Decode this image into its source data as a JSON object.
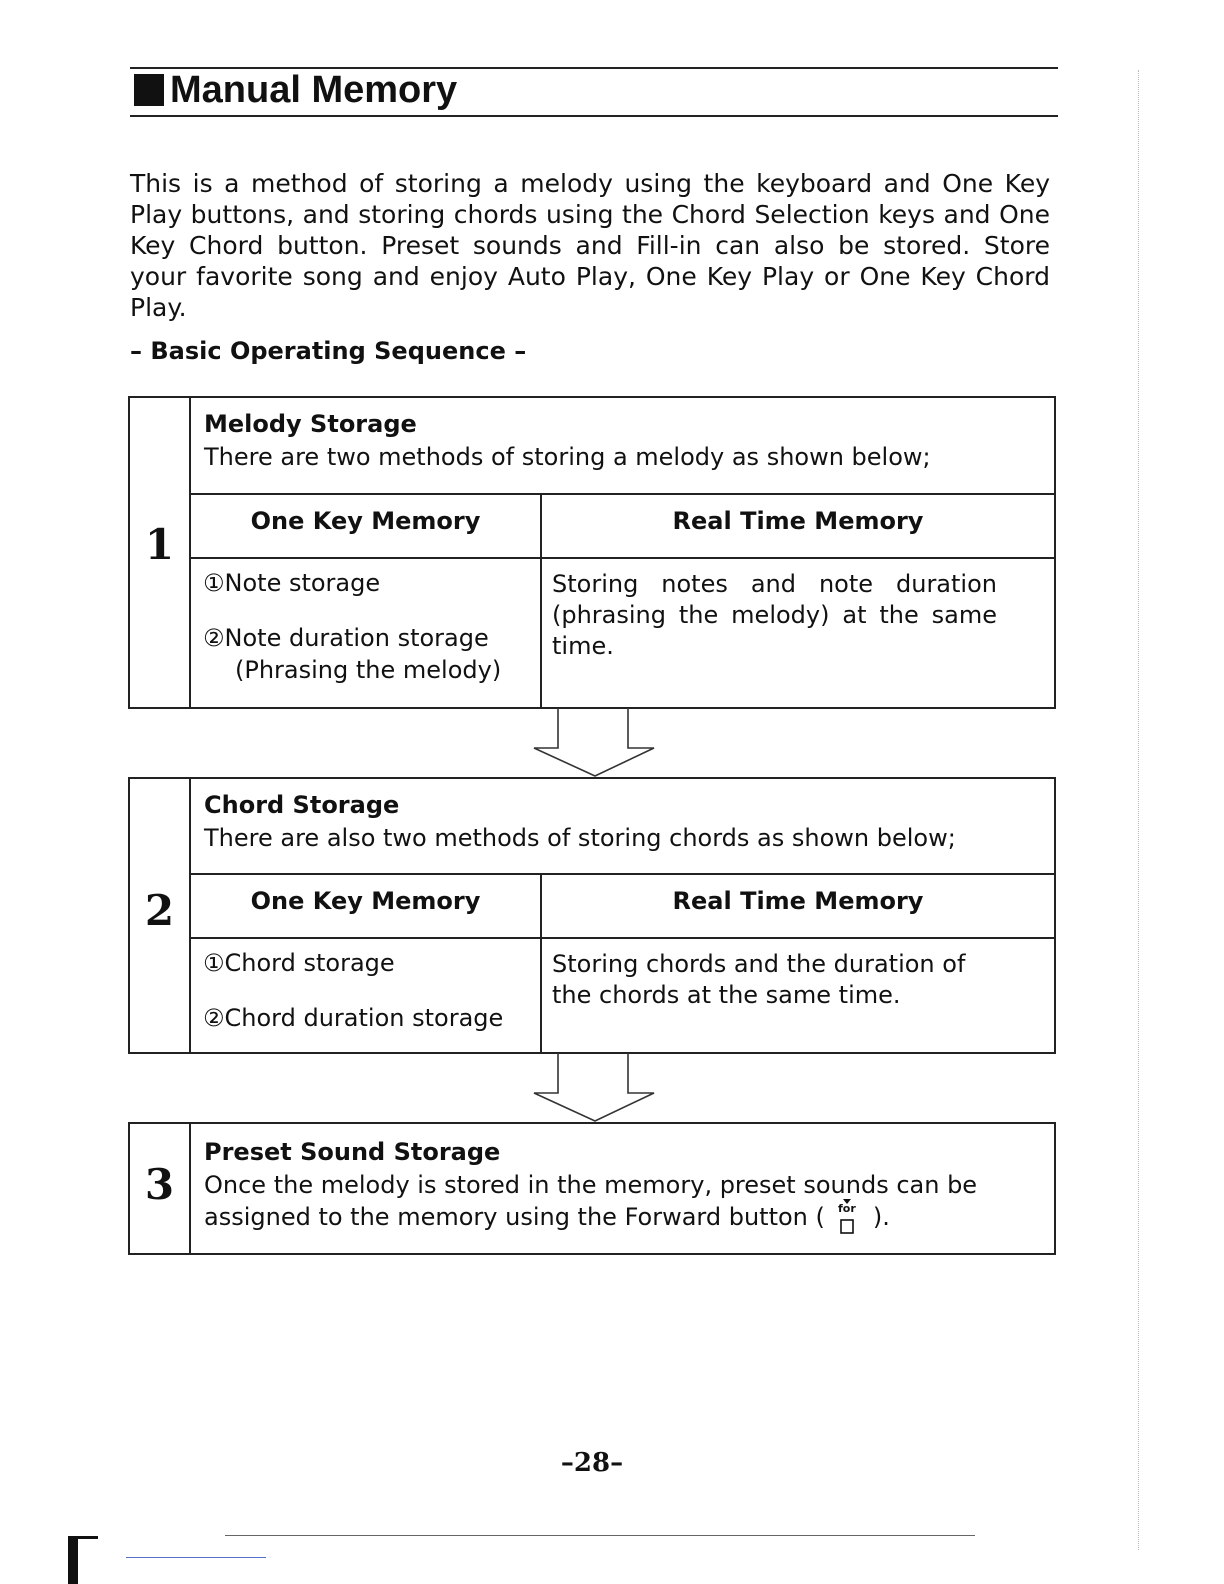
{
  "title": "Manual Memory",
  "intro": "This is a method of storing a melody using the keyboard and One Key Play buttons, and storing chords using the Chord Selection keys and One Key Chord button. Preset sounds and Fill-in can also be stored. Store your favorite song and enjoy Auto Play, One Key Play or One Key Chord Play.",
  "sequence_heading": "– Basic Operating Sequence –",
  "steps": [
    {
      "number": "1",
      "title": "Melody Storage",
      "description": "There are two methods of storing a melody as shown below;",
      "col1_header": "One Key Memory",
      "col2_header": "Real Time Memory",
      "col1_items": [
        "①Note storage",
        "②Note duration storage",
        "(Phrasing the melody)"
      ],
      "col2_text": "Storing notes and note duration (phrasing the melody) at the same time."
    },
    {
      "number": "2",
      "title": "Chord Storage",
      "description": "There are also two methods of storing chords as shown below;",
      "col1_header": "One Key Memory",
      "col2_header": "Real Time Memory",
      "col1_items": [
        "①Chord storage",
        "②Chord duration storage"
      ],
      "col2_text": "Storing chords and the duration of the chords at the same time."
    },
    {
      "number": "3",
      "title": "Preset Sound Storage",
      "description_line1": "Once the melody is stored in the memory, preset sounds can be",
      "description_line2": "assigned to the memory using the Forward button (",
      "description_end": ").",
      "button_icon_label": "for"
    }
  ],
  "page_number": "–28–",
  "icons": {
    "title_marker": "black-square-icon",
    "flow_arrow": "down-arrow-icon",
    "forward_button": "forward-button-icon"
  }
}
